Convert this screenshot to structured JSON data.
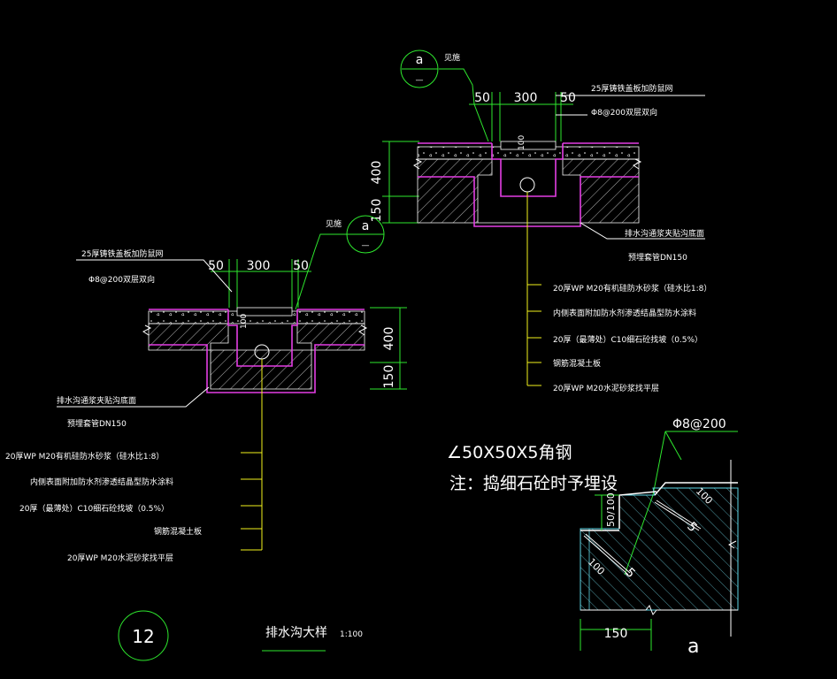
{
  "detail_top": {
    "section_symbol": {
      "letter": "a",
      "dash": "—"
    },
    "callout": "见施",
    "dims_top": [
      "50",
      "300",
      "50"
    ],
    "dims_side": [
      "400",
      "150"
    ],
    "dim_inner": "100",
    "note_grate": "25厚铸铁盖板加防鼠网",
    "note_mesh": "Φ8@200双层双向",
    "note_bottom": "排水沟通浆夹贴沟底面",
    "note_pipe": "预埋套管DN150",
    "layers": [
      "20厚WP M20有机硅防水砂浆（硅水比1:8）",
      "内侧表面附加防水剂渗透结晶型防水涂料",
      "20厚（最薄处）C10细石砼找坡（0.5%）",
      "钢筋混凝土板",
      "20厚WP M20水泥砂浆找平层"
    ]
  },
  "detail_left": {
    "section_symbol": {
      "letter": "a",
      "dash": "—"
    },
    "callout": "见施",
    "dims_top": [
      "50",
      "300",
      "50"
    ],
    "dims_side": [
      "400",
      "150"
    ],
    "dim_inner": "100",
    "note_grate": "25厚铸铁盖板加防鼠网",
    "note_mesh": "Φ8@200双层双向",
    "note_bottom": "排水沟通浆夹贴沟底面",
    "note_pipe": "预埋套管DN150",
    "layers": [
      "20厚WP M20有机硅防水砂浆（硅水比1:8）",
      "内侧表面附加防水剂渗透结晶型防水涂料",
      "20厚（最薄处）C10细石砼找坡（0.5%）",
      "钢筋混凝土板",
      "20厚WP M20水泥砂浆找平层"
    ]
  },
  "detail_a": {
    "angle_steel": "∠50X50X5角钢",
    "note": "注：捣细石砼时予埋设",
    "rebar": "Φ8@200",
    "dim_bottom": "150",
    "dim_side": "50/100",
    "dim_top_small": "100",
    "dim_left_small": "100",
    "dim_diag1": "5",
    "dim_diag2": "5",
    "label": "a"
  },
  "title_block": {
    "number": "12",
    "title": "排水沟大样",
    "scale": "1:100"
  }
}
